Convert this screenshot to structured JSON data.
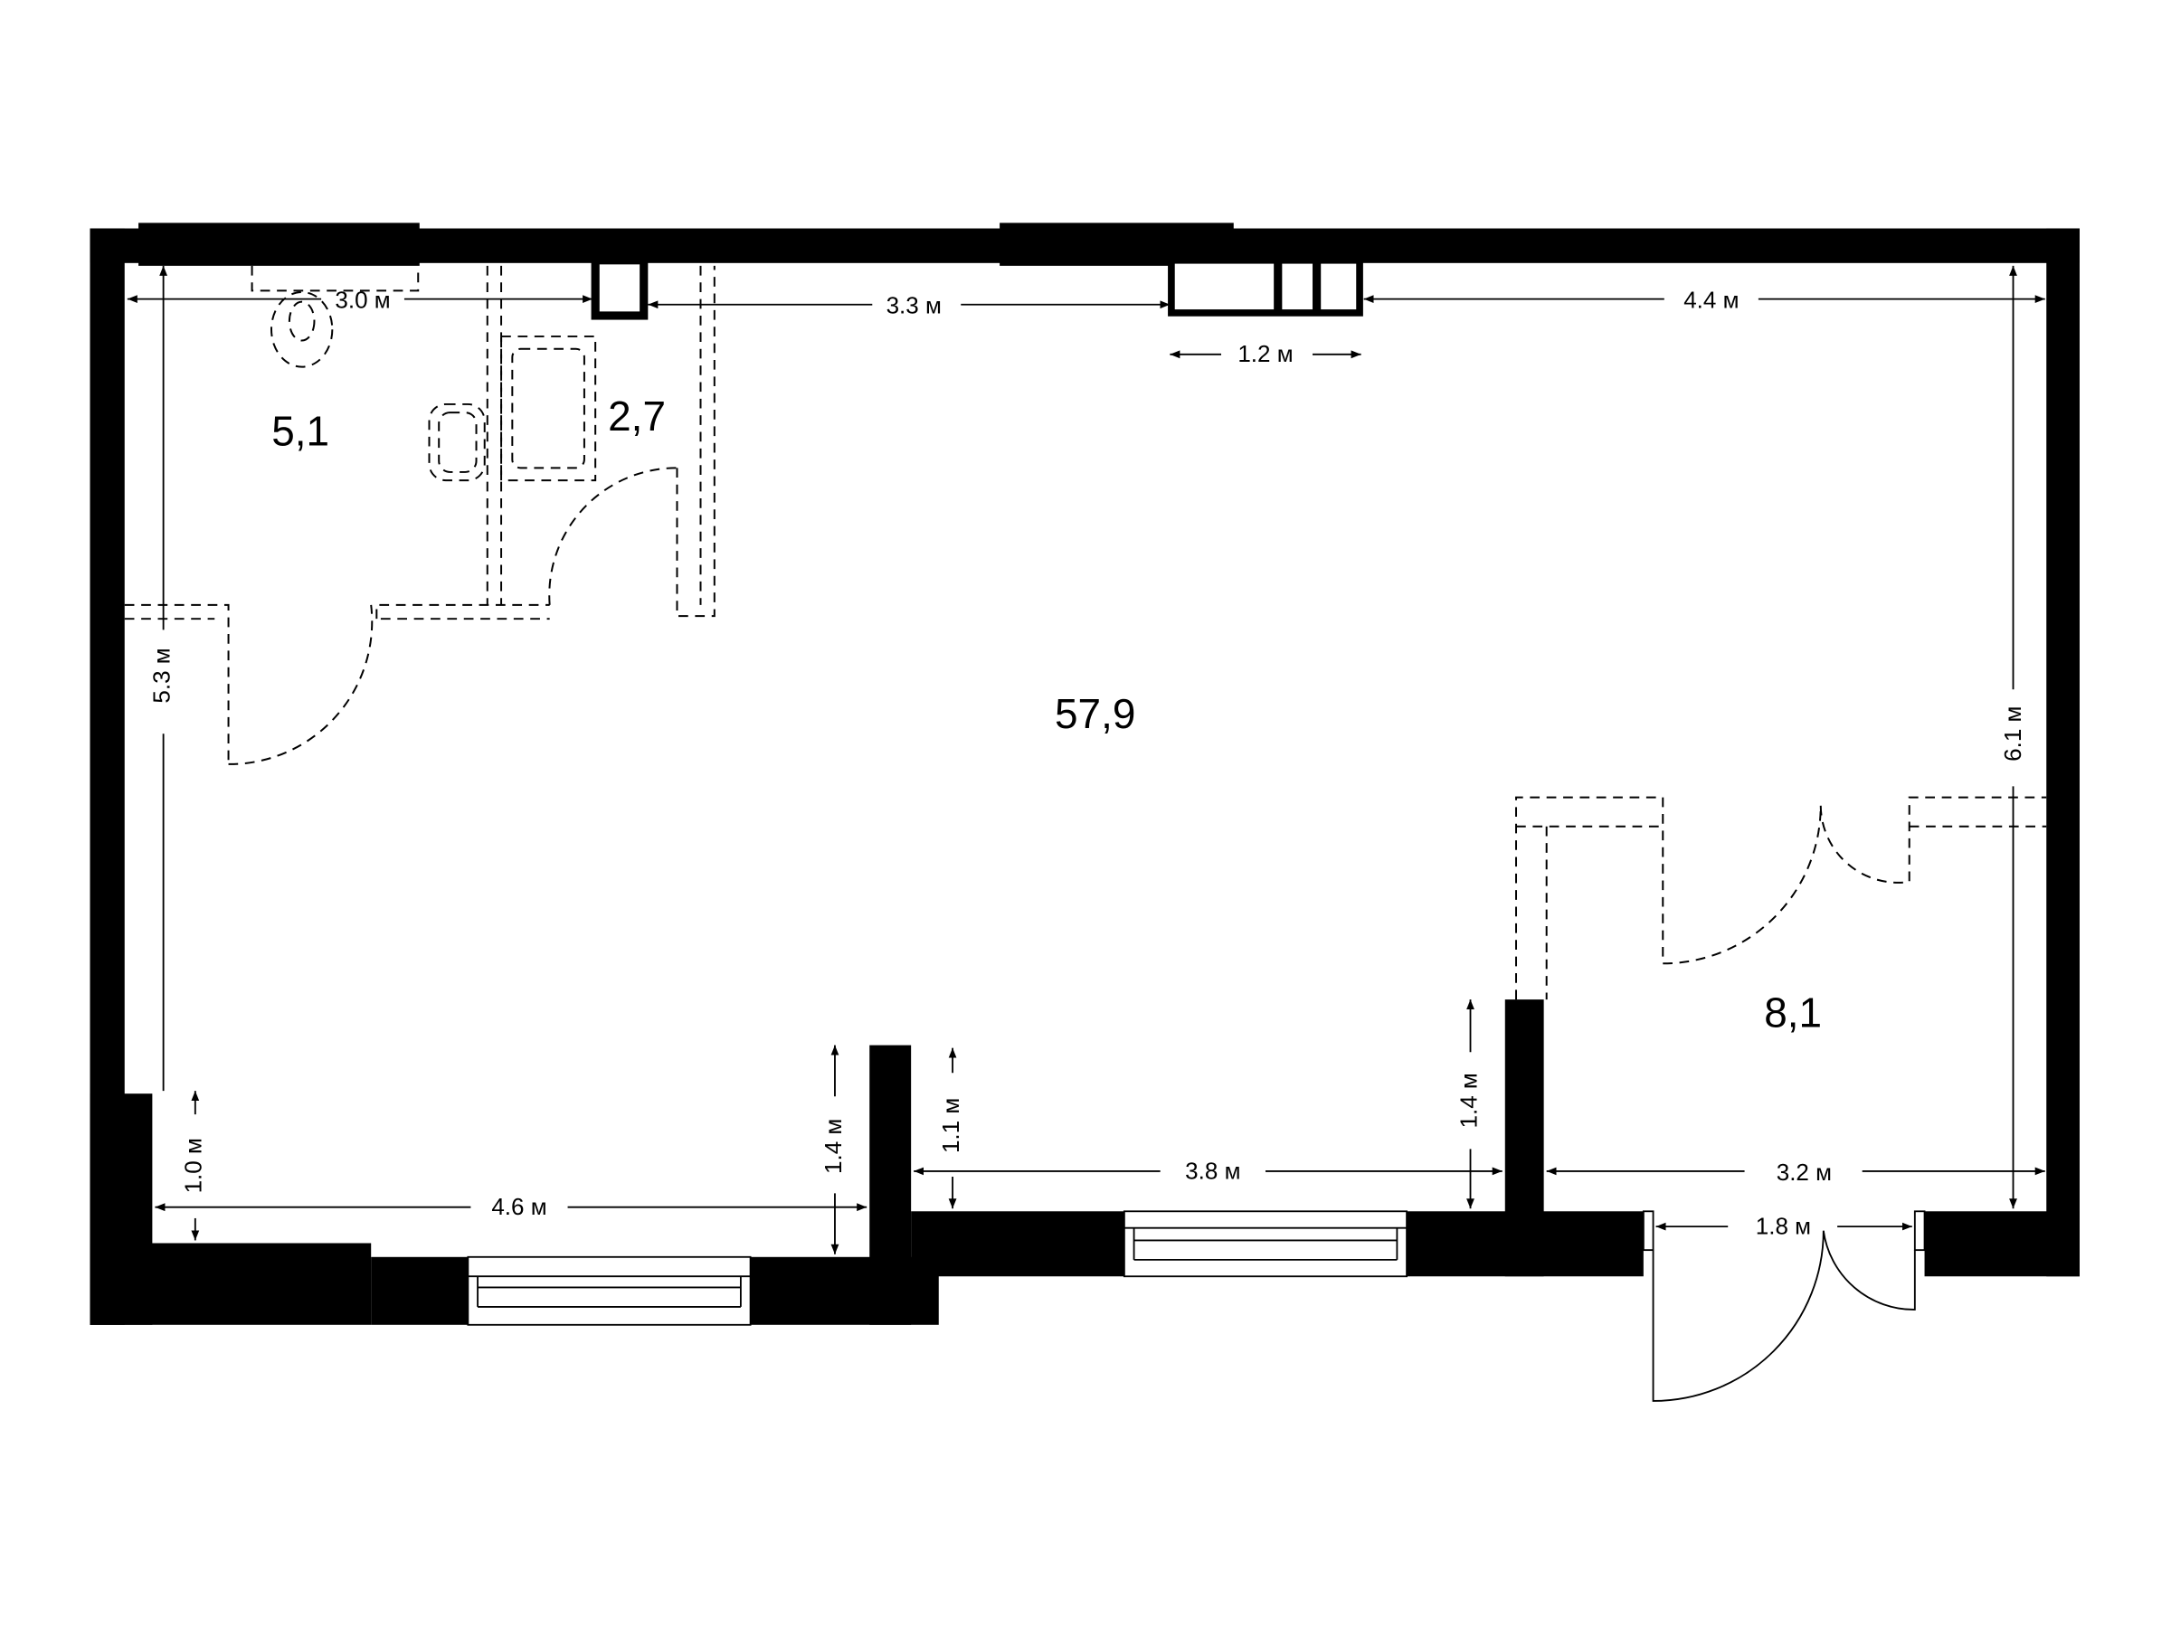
{
  "rooms": {
    "bathroom_area": "5,1",
    "toilet_area": "2,7",
    "main_hall_area": "57,9",
    "vestibule_area": "8,1"
  },
  "dimensions": {
    "top_left_width": "3.0 м",
    "top_middle_width": "3.3 м",
    "column_width": "1.2 м",
    "top_right_width": "4.4 м",
    "left_height": "5.3 м",
    "right_height": "6.1 м",
    "bottom_left_height": "1.0 м",
    "bottom_left_width": "4.6 м",
    "pillar_left_height": "1.4 м",
    "pillar_right_height": "1.1 м",
    "bottom_middle_width": "3.8 м",
    "vestibule_wall_height": "1.4 м",
    "vestibule_width": "3.2 м",
    "entrance_door_width": "1.8 м"
  }
}
